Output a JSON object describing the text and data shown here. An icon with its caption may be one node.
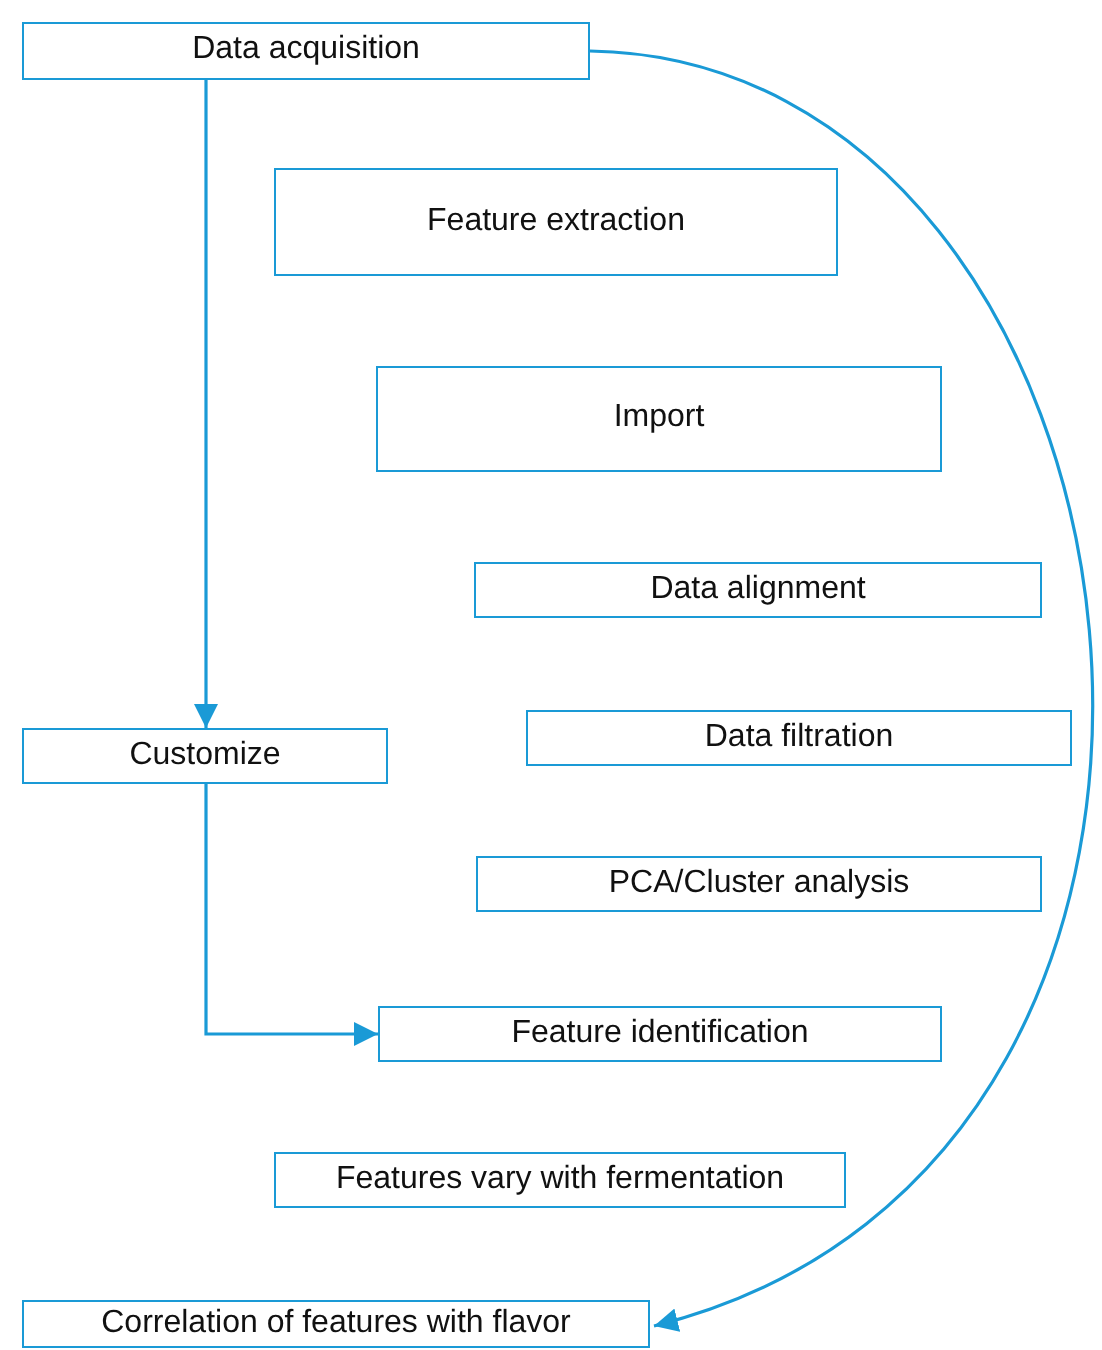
{
  "diagram": {
    "nodes": [
      {
        "text": [
          "Data acquisition"
        ]
      },
      {
        "text": [
          "Feature extraction"
        ]
      },
      {
        "text": [
          "Import"
        ]
      },
      {
        "text": [
          "Data alignment"
        ]
      },
      {
        "text": [
          "Data filtration"
        ]
      },
      {
        "text": [
          "PCA/Cluster analysis"
        ]
      },
      {
        "text": [
          "Customize"
        ]
      },
      {
        "text": [
          "Feature identification"
        ]
      },
      {
        "text": [
          "Features vary with fermentation"
        ]
      },
      {
        "text": [
          "Correlation of features with flavor"
        ]
      }
    ],
    "edges": [
      {
        "from": 0,
        "to": 6,
        "arrow": "to"
      },
      {
        "from": 6,
        "to": 7,
        "arrow": "to"
      },
      {
        "from": 0,
        "to": 9,
        "arrow": "to"
      }
    ]
  }
}
